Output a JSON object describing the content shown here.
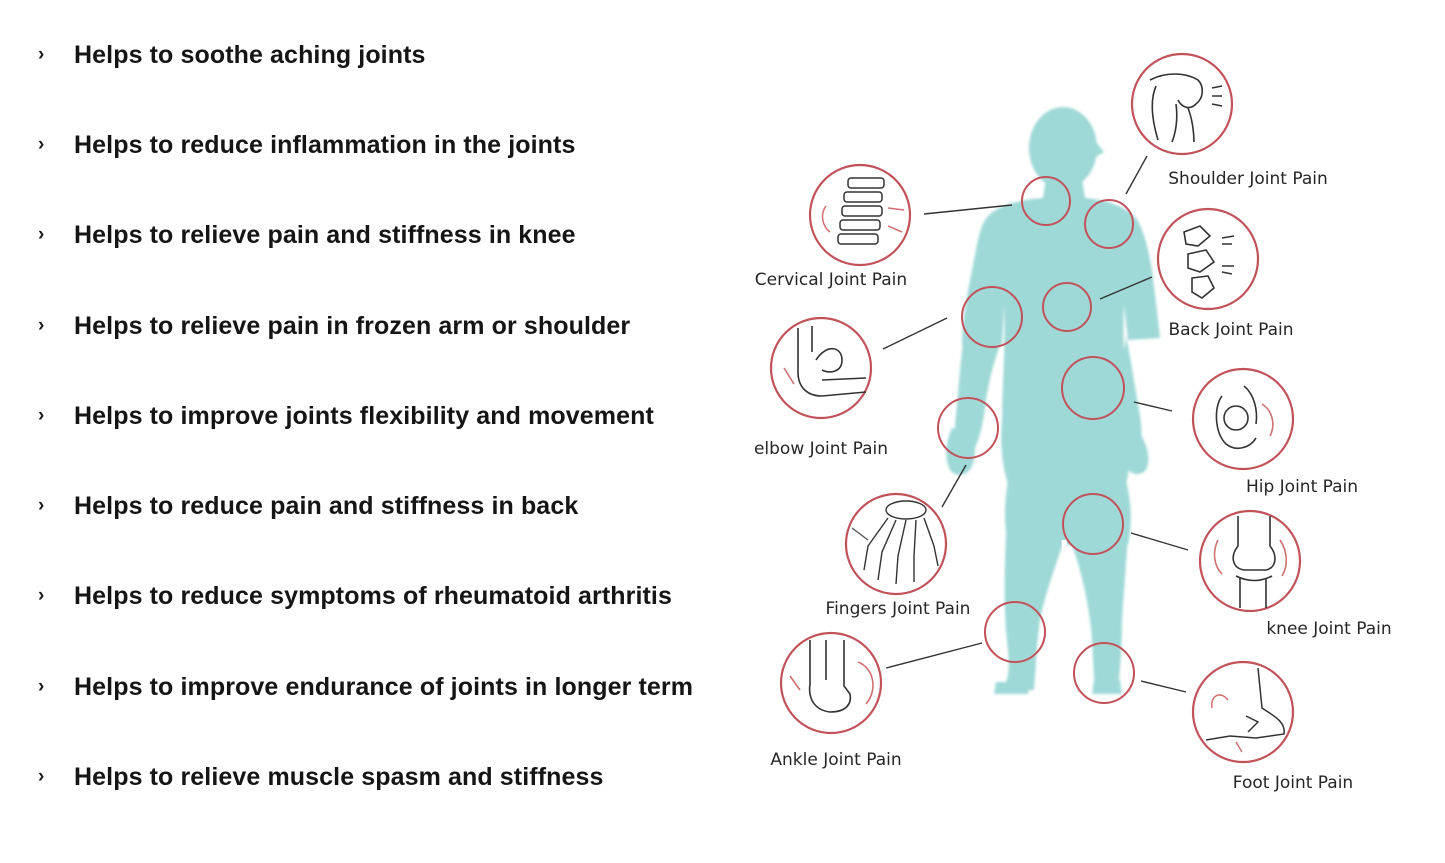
{
  "benefits": [
    "Helps to soothe aching joints",
    "Helps to reduce inflammation in the joints",
    "Helps to relieve pain and stiffness in knee",
    "Helps to relieve pain in frozen arm or shoulder",
    "Helps to improve joints flexibility and movement",
    "Helps to reduce pain and stiffness in back",
    "Helps to reduce symptoms of rheumatoid arthritis",
    "Helps to improve endurance of joints in longer term",
    "Helps to relieve muscle spasm and stiffness"
  ],
  "bullet_glyph": "›",
  "joints": {
    "shoulder": "Shoulder Joint Pain",
    "cervical": "Cervical Joint Pain",
    "back": "Back Joint Pain",
    "elbow": "elbow Joint Pain",
    "hip": "Hip Joint Pain",
    "fingers": "Fingers Joint Pain",
    "knee": "knee Joint Pain",
    "ankle": "Ankle Joint Pain",
    "foot": "Foot Joint Pain"
  },
  "colors": {
    "body": "#9fd9d7",
    "ring": "#c2525a",
    "text": "#151515",
    "line": "#333333"
  }
}
